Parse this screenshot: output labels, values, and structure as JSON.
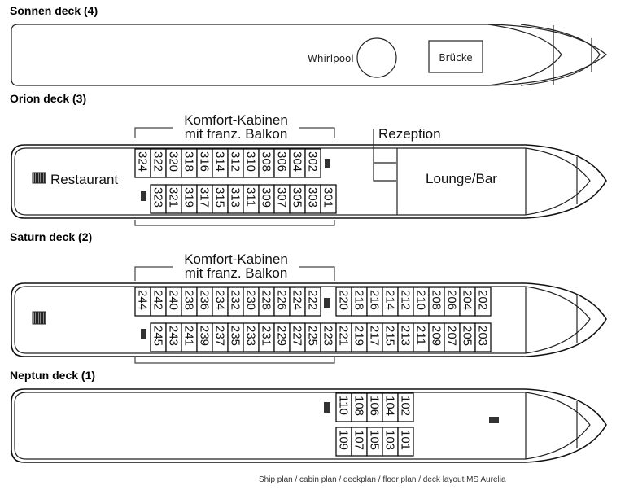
{
  "decks": {
    "sonnen": {
      "title": "Sonnen deck (4)",
      "whirlpool": "Whirlpool",
      "bridge": "Brücke"
    },
    "orion": {
      "title": "Orion deck (3)",
      "bracket_line1": "Komfort-Kabinen",
      "bracket_line2": "mit franz. Balkon",
      "restaurant": "Restaurant",
      "reception": "Rezeption",
      "lounge": "Lounge/Bar",
      "top_row": [
        "324",
        "322",
        "320",
        "318",
        "316",
        "314",
        "312",
        "310",
        "308",
        "306",
        "304",
        "302"
      ],
      "bottom_row": [
        "323",
        "321",
        "319",
        "317",
        "315",
        "313",
        "311",
        "309",
        "307",
        "305",
        "303",
        "301"
      ]
    },
    "saturn": {
      "title": "Saturn deck (2)",
      "bracket_line1": "Komfort-Kabinen",
      "bracket_line2": "mit franz. Balkon",
      "top_row_aft": [
        "244",
        "242",
        "240",
        "238",
        "236",
        "234",
        "232",
        "230",
        "228",
        "226",
        "224",
        "222"
      ],
      "top_row_fwd": [
        "220",
        "218",
        "216",
        "214",
        "212",
        "210",
        "208",
        "206",
        "204",
        "202"
      ],
      "bottom_row": [
        "245",
        "243",
        "241",
        "239",
        "237",
        "235",
        "233",
        "231",
        "229",
        "227",
        "225",
        "223",
        "221",
        "219",
        "217",
        "215",
        "213",
        "211",
        "209",
        "207",
        "205",
        "203"
      ]
    },
    "neptun": {
      "title": "Neptun deck (1)",
      "top_row": [
        "110",
        "108",
        "106",
        "104",
        "102"
      ],
      "bottom_row": [
        "109",
        "107",
        "105",
        "103",
        "101"
      ]
    }
  },
  "footer": "Ship plan / cabin plan / deckplan / floor plan / deck layout MS Aurelia"
}
